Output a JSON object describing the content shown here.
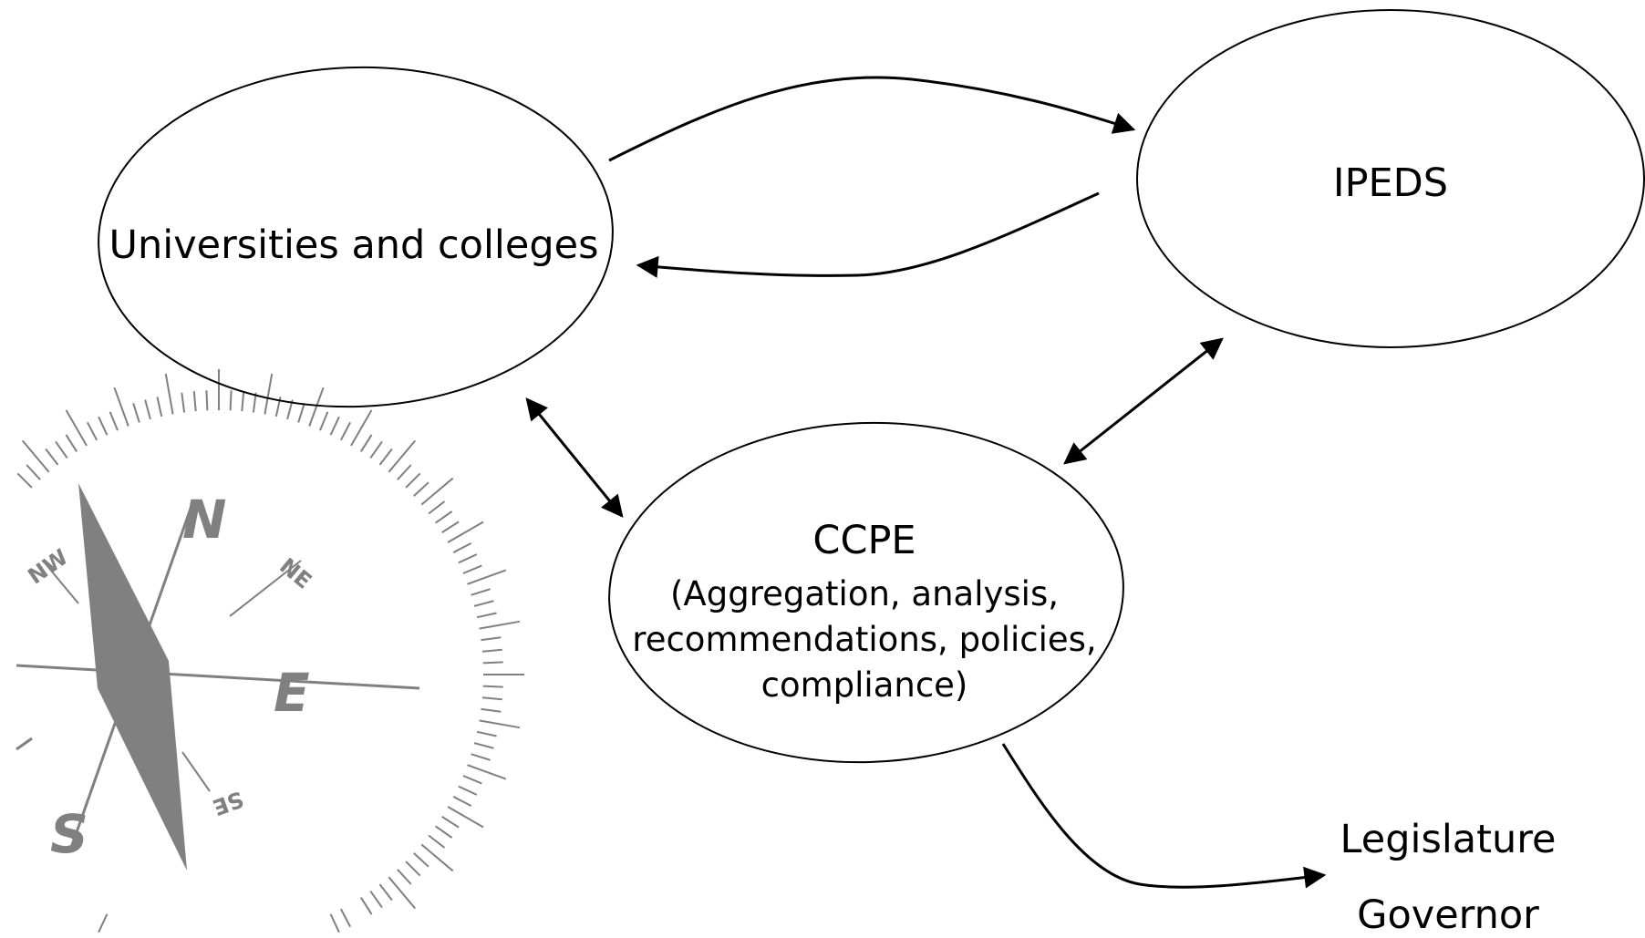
{
  "nodes": {
    "universities": {
      "label": "Universities and colleges"
    },
    "ipeds": {
      "label": "IPEDS"
    },
    "ccpe": {
      "title": "CCPE",
      "lines": [
        "(Aggregation, analysis,",
        "recommendations, policies,",
        "compliance)"
      ]
    },
    "outputs": [
      "Legislature",
      "Governor"
    ]
  },
  "compass": {
    "labels": {
      "north": "N",
      "south": "S",
      "east": "E",
      "northwest": "NW",
      "northeast": "NE",
      "southeast": "SE"
    },
    "color": "#7f7f7f"
  },
  "colors": {
    "line": "#000000",
    "background": "#ffffff",
    "compass": "#808080"
  }
}
